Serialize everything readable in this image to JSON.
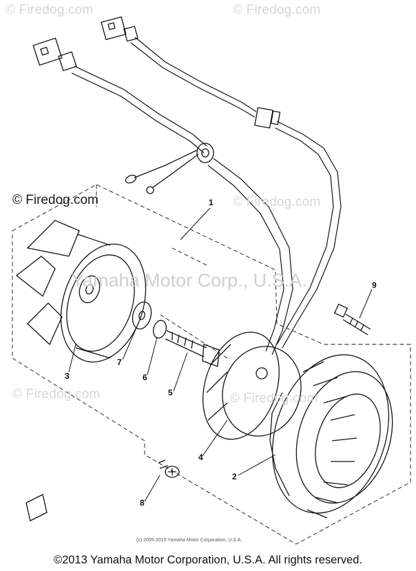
{
  "watermarks": {
    "top_left": "© Firedog.com",
    "top_right": "© Firedog.com",
    "left_dark": "© Firedog.com",
    "mid_right": "© Firedog.com",
    "center": "Yamaha Motor Corp., U.S.A.",
    "lower_left": "© Firedog.com",
    "lower_right": "© Firedog.com"
  },
  "callouts": {
    "c1": "1",
    "c2": "2",
    "c3": "3",
    "c4": "4",
    "c5": "5",
    "c6": "6",
    "c7": "7",
    "c8": "8",
    "c9": "9"
  },
  "small_copyright": "(c) 2005-2015 Yamaha Motor Corporation, U.S.A.",
  "footer_copyright": "©2013 Yamaha Motor Corporation, U.S.A. All rights reserved.",
  "colors": {
    "ink": "#111111",
    "watermark": "#d6d6d6",
    "background": "#ffffff"
  }
}
